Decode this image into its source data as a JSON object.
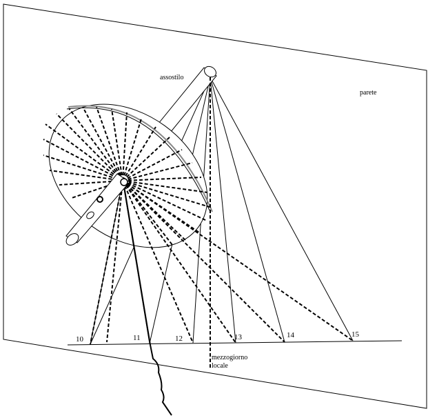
{
  "labels": {
    "gnomon": "assostilo",
    "wall": "parete",
    "noon_line1": "mezzogiorno",
    "noon_line2": "locale"
  },
  "hour_marks": [
    "10",
    "11",
    "12",
    "13",
    "14",
    "15"
  ],
  "colors": {
    "ink": "#000000",
    "paper": "#ffffff",
    "dial_rim": "#d9d9d9"
  }
}
